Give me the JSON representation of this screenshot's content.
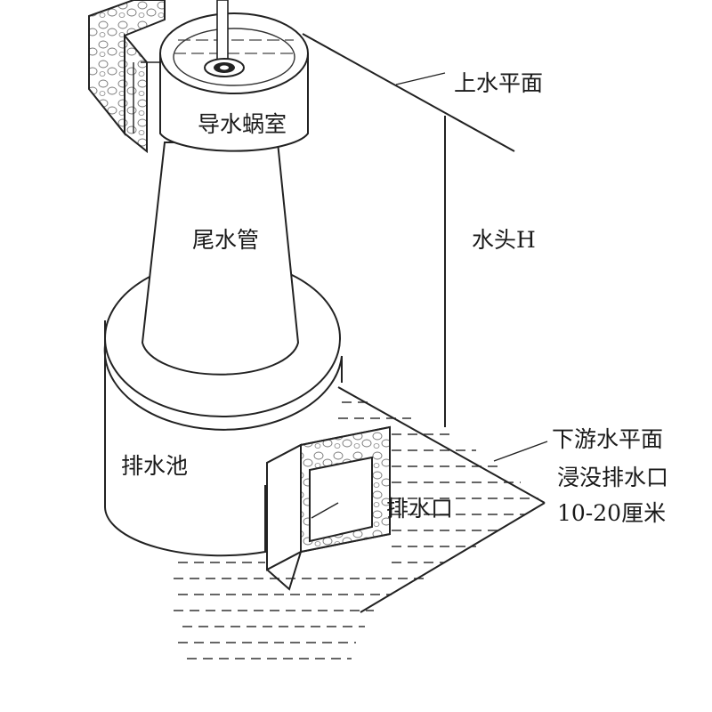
{
  "labels": {
    "volute": "导水蜗室",
    "draft_tube": "尾水管",
    "upper_level": "上水平面",
    "head": "水头H",
    "pool": "排水池",
    "outlet": "排水口",
    "lower_level": "下游水平面",
    "submerge": "浸没排水口",
    "depth": "10-20厘米"
  }
}
